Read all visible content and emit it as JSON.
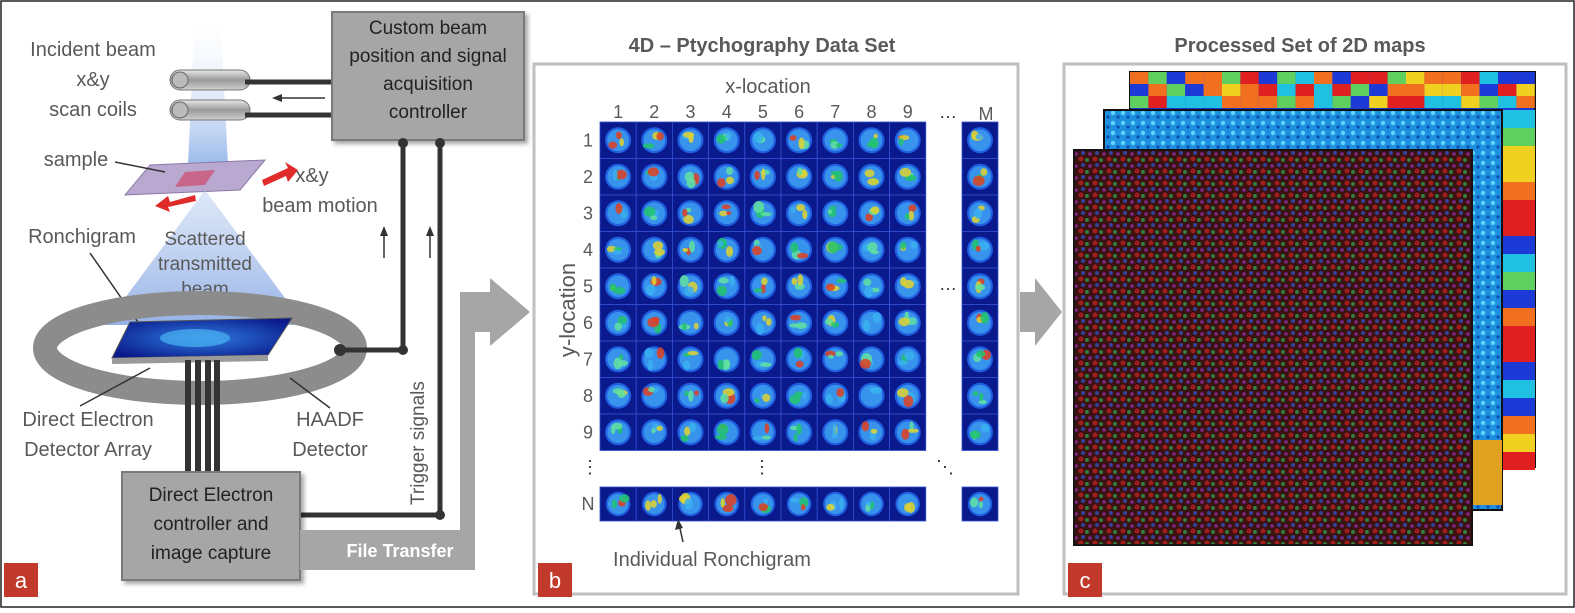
{
  "panel_a": {
    "letter": "a",
    "incident_beam": "Incident beam",
    "xy": "x&y",
    "scan_coils": "scan coils",
    "sample": "sample",
    "xy_motion": "x&y",
    "beam_motion": "beam motion",
    "ronchigram": "Ronchigram",
    "scattered_1": "Scattered",
    "scattered_2": "transmitted",
    "scattered_3": "beam",
    "dea_1": "Direct Electron",
    "dea_2": "Detector Array",
    "haadf_1": "HAADF",
    "haadf_2": "Detector",
    "controller_1": "Custom beam",
    "controller_2": "position and signal",
    "controller_3": "acquisition",
    "controller_4": "controller",
    "capture_1": "Direct Electron",
    "capture_2": "controller and",
    "capture_3": "image capture",
    "trigger": "Trigger signals",
    "file_transfer": "File Transfer"
  },
  "panel_b": {
    "letter": "b",
    "title": "4D – Ptychography Data Set",
    "x_location": "x-location",
    "y_location": "y-location",
    "col_labels": [
      "1",
      "2",
      "3",
      "4",
      "5",
      "6",
      "7",
      "8",
      "9"
    ],
    "col_last": "M",
    "row_labels": [
      "1",
      "2",
      "3",
      "4",
      "5",
      "6",
      "7",
      "8",
      "9"
    ],
    "row_last": "N",
    "ellipsis_h": "…",
    "ellipsis_v": "⋮",
    "ellipsis_d": "⋱",
    "individual": "Individual Ronchigram"
  },
  "panel_c": {
    "letter": "c",
    "title": "Processed Set of 2D maps"
  },
  "colors": {
    "box_gray": "#a6a6a6",
    "panel_border": "#bfbfbf",
    "letter_bg": "#c0392b",
    "grid_blue": "#0a1a8c",
    "wire": "#333333",
    "text_gray": "#595959"
  }
}
